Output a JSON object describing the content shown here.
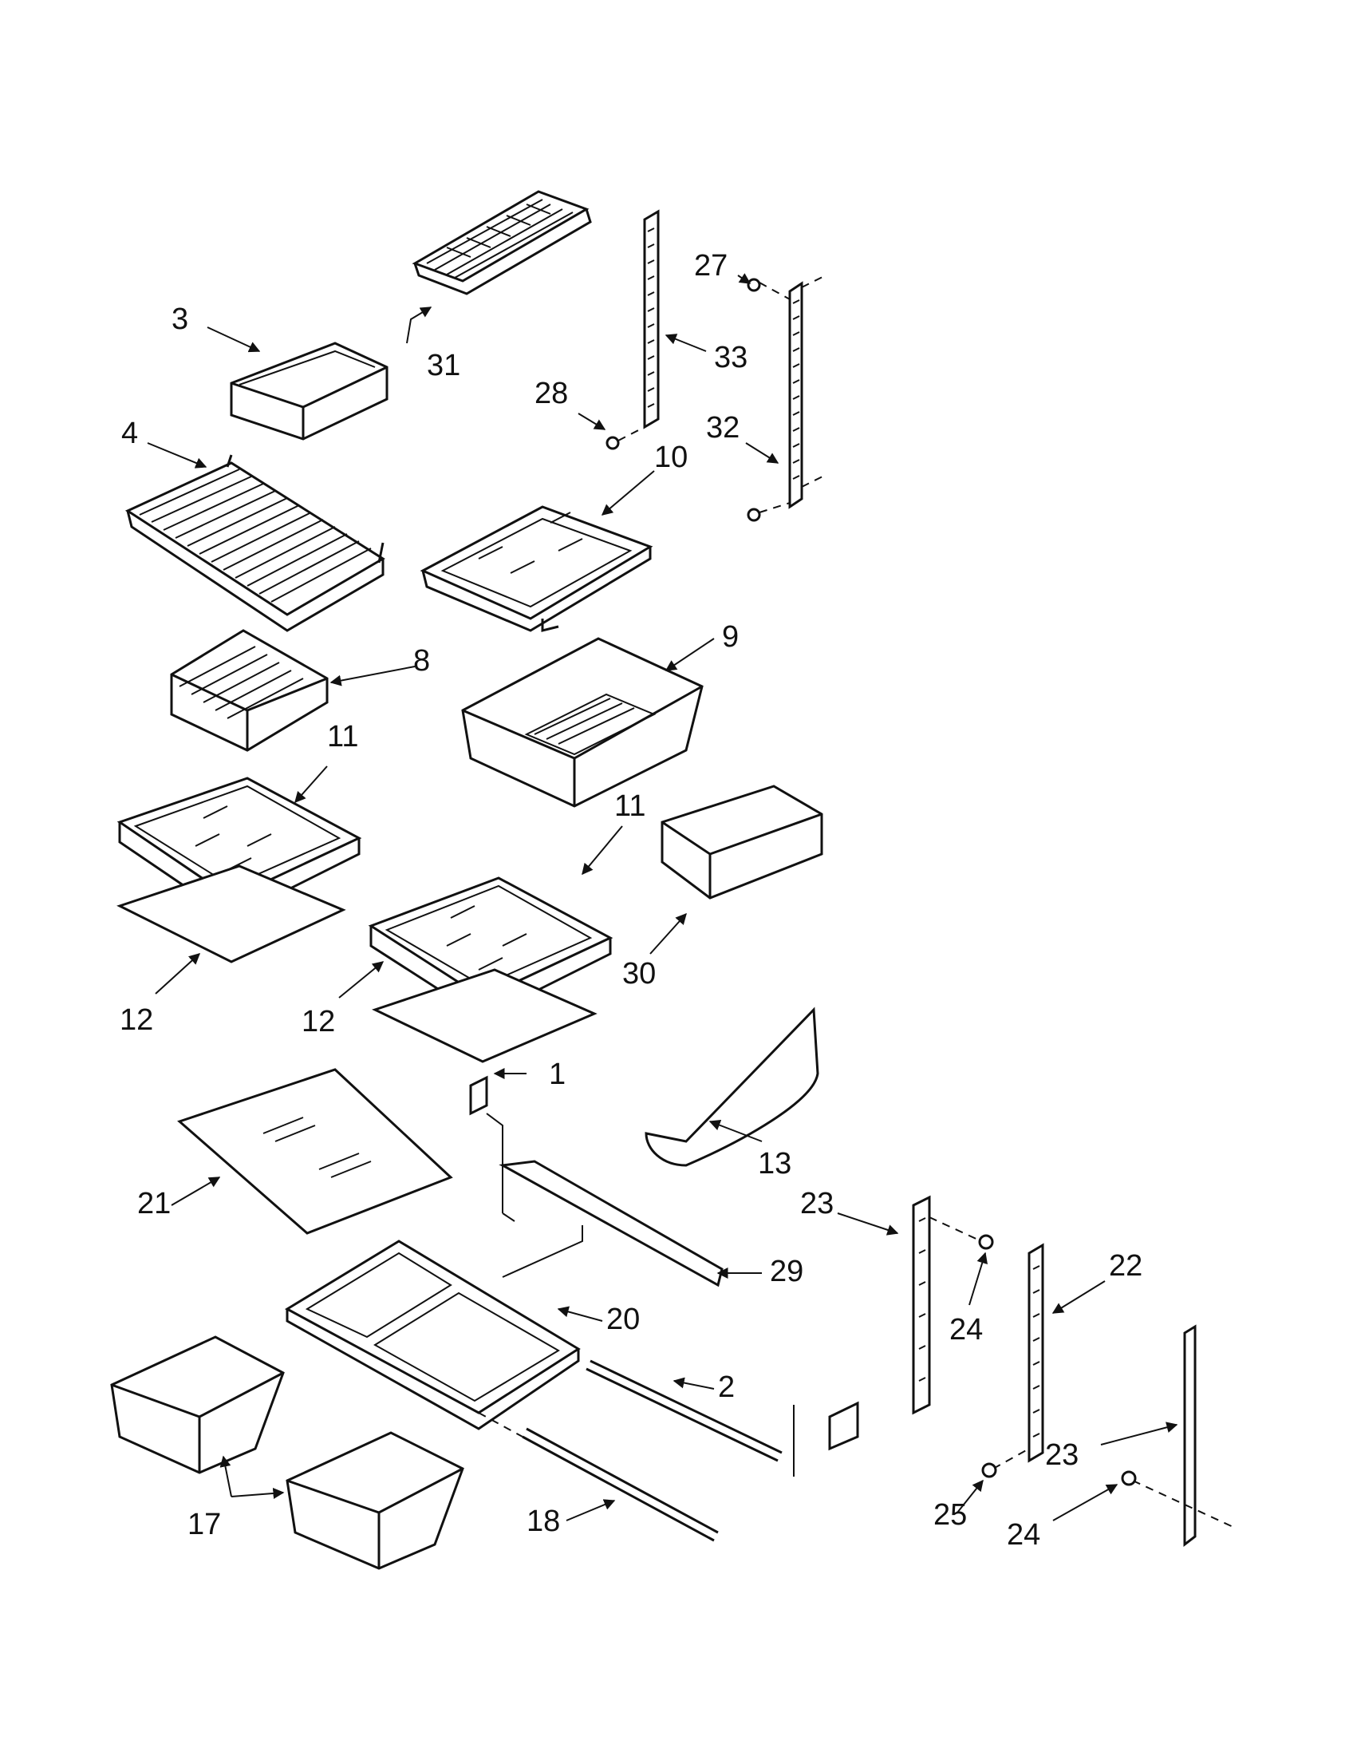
{
  "callouts": {
    "c1": "1",
    "c2": "2",
    "c3": "3",
    "c4": "4",
    "c8": "8",
    "c9": "9",
    "c10": "10",
    "c11a": "11",
    "c11b": "11",
    "c12a": "12",
    "c12b": "12",
    "c13": "13",
    "c17": "17",
    "c18": "18",
    "c20": "20",
    "c21": "21",
    "c22": "22",
    "c23a": "23",
    "c23b": "23",
    "c24a": "24",
    "c24b": "24",
    "c25": "25",
    "c27": "27",
    "c28": "28",
    "c29": "29",
    "c30": "30",
    "c31": "31",
    "c32": "32",
    "c33": "33"
  }
}
